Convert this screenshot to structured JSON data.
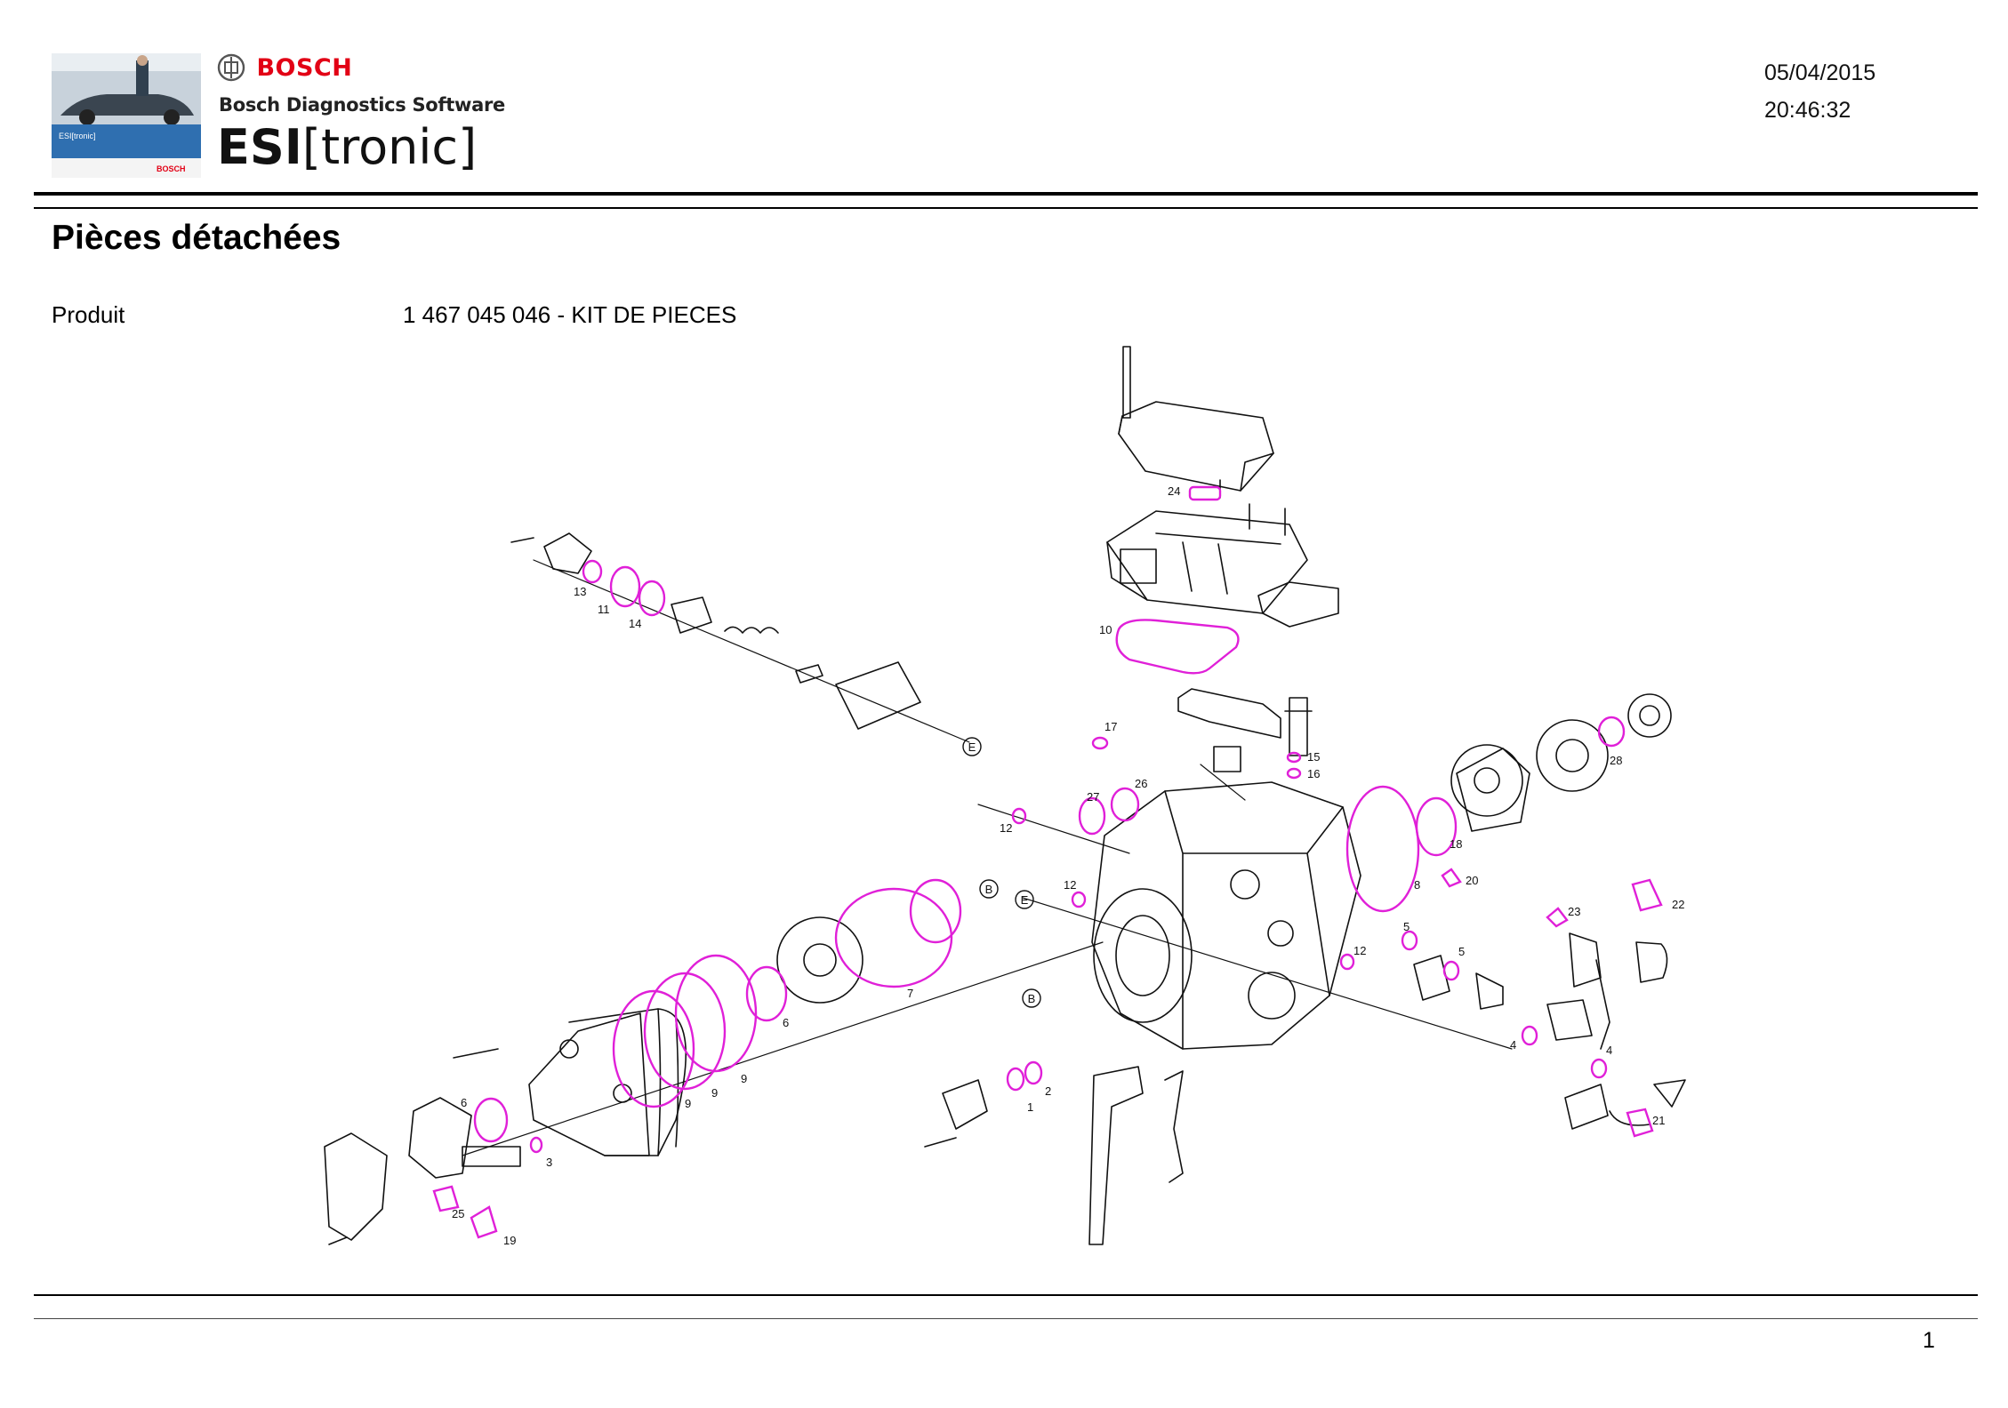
{
  "header": {
    "brand": "BOSCH",
    "software": "Bosch Diagnostics Software",
    "product_logo_strong": "ESI",
    "product_logo_light": "[tronic]",
    "thumb_label": "ESI[tronic]",
    "thumb_brand": "BOSCH",
    "date": "05/04/2015",
    "time": "20:46:32"
  },
  "page": {
    "title": "Pièces détachées",
    "product_label": "Produit",
    "product_value": "1 467 045 046 - KIT DE PIECES",
    "page_number": "1"
  },
  "diagram": {
    "callouts": [
      "1",
      "2",
      "3",
      "4",
      "5",
      "6",
      "7",
      "8",
      "9",
      "10",
      "11",
      "12",
      "13",
      "14",
      "15",
      "16",
      "17",
      "18",
      "19",
      "20",
      "21",
      "22",
      "23",
      "24",
      "25",
      "26",
      "27",
      "28"
    ],
    "reference_letters": [
      "E",
      "B"
    ],
    "highlight_color": "#e020d8",
    "line_color": "#111111"
  }
}
